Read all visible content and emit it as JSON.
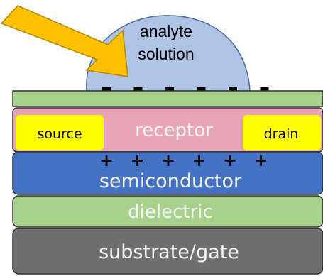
{
  "colors": {
    "analyte": "#afc3e4",
    "analyte_stroke": "#4a6aa0",
    "top_layer": "#a9d18e",
    "receptor": "#e7a5b5",
    "contact": "#ffff00",
    "semiconductor": "#4472c4",
    "dielectric": "#a9d18e",
    "substrate": "#6f6f6f",
    "arrow": "#ffc000",
    "layer_stroke": "#2f2f2f",
    "label_light": "#f4f4f4",
    "label_dark": "#000000",
    "charge": "#000000"
  },
  "labels": {
    "analyte_line1": "analyte",
    "analyte_line2": "solution",
    "source": "source",
    "receptor": "receptor",
    "drain": "drain",
    "semiconductor": "semiconductor",
    "dielectric": "dielectric",
    "substrate": "substrate/gate"
  },
  "charges": {
    "negative_symbol": "-",
    "negative_count": 6,
    "positive_symbol": "+",
    "positive_count": 6
  },
  "icons": {
    "arrow": "arrow-icon"
  }
}
